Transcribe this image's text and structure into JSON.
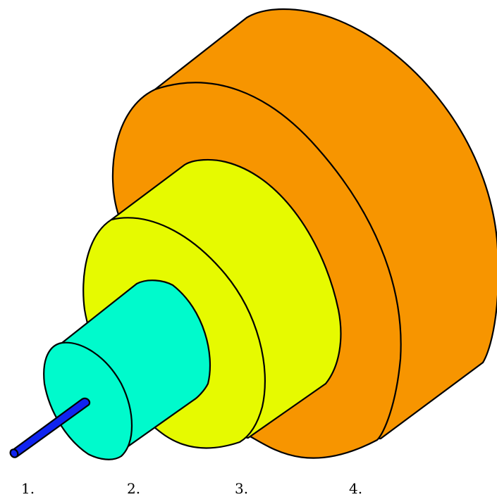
{
  "labels": [
    "1.",
    "2.",
    "3.",
    "4."
  ],
  "colors": {
    "outer_layer": "#F79500",
    "middle_layer": "#E6FA00",
    "inner_layer": "#00FACC",
    "core": "#1024F0",
    "outline": "#000000"
  }
}
